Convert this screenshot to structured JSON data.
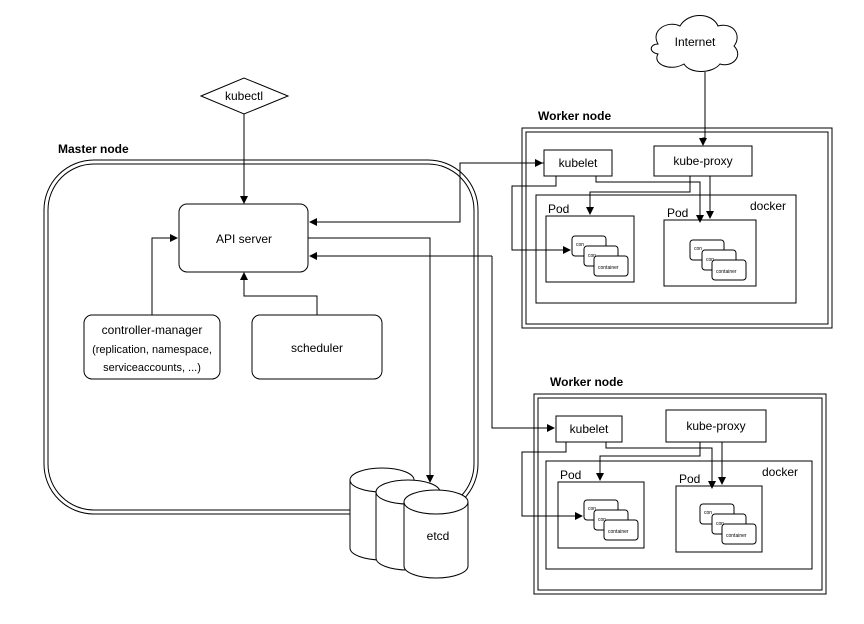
{
  "master": {
    "title": "Master node",
    "kubectl": "kubectl",
    "api_server": "API server",
    "controller_manager": {
      "line1": "controller-manager",
      "line2": "(replication, namespace,",
      "line3": "serviceaccounts, ...)"
    },
    "scheduler": "scheduler",
    "etcd": "etcd"
  },
  "internet": "Internet",
  "workers": [
    {
      "title": "Worker node",
      "kubelet": "kubelet",
      "kube_proxy": "kube-proxy",
      "docker": "docker",
      "pods": [
        {
          "label": "Pod",
          "containers": [
            "con",
            "con",
            "container"
          ]
        },
        {
          "label": "Pod",
          "containers": [
            "con",
            "con",
            "container"
          ]
        }
      ]
    },
    {
      "title": "Worker node",
      "kubelet": "kubelet",
      "kube_proxy": "kube-proxy",
      "docker": "docker",
      "pods": [
        {
          "label": "Pod",
          "containers": [
            "con",
            "con",
            "container"
          ]
        },
        {
          "label": "Pod",
          "containers": [
            "con",
            "con",
            "container"
          ]
        }
      ]
    }
  ]
}
